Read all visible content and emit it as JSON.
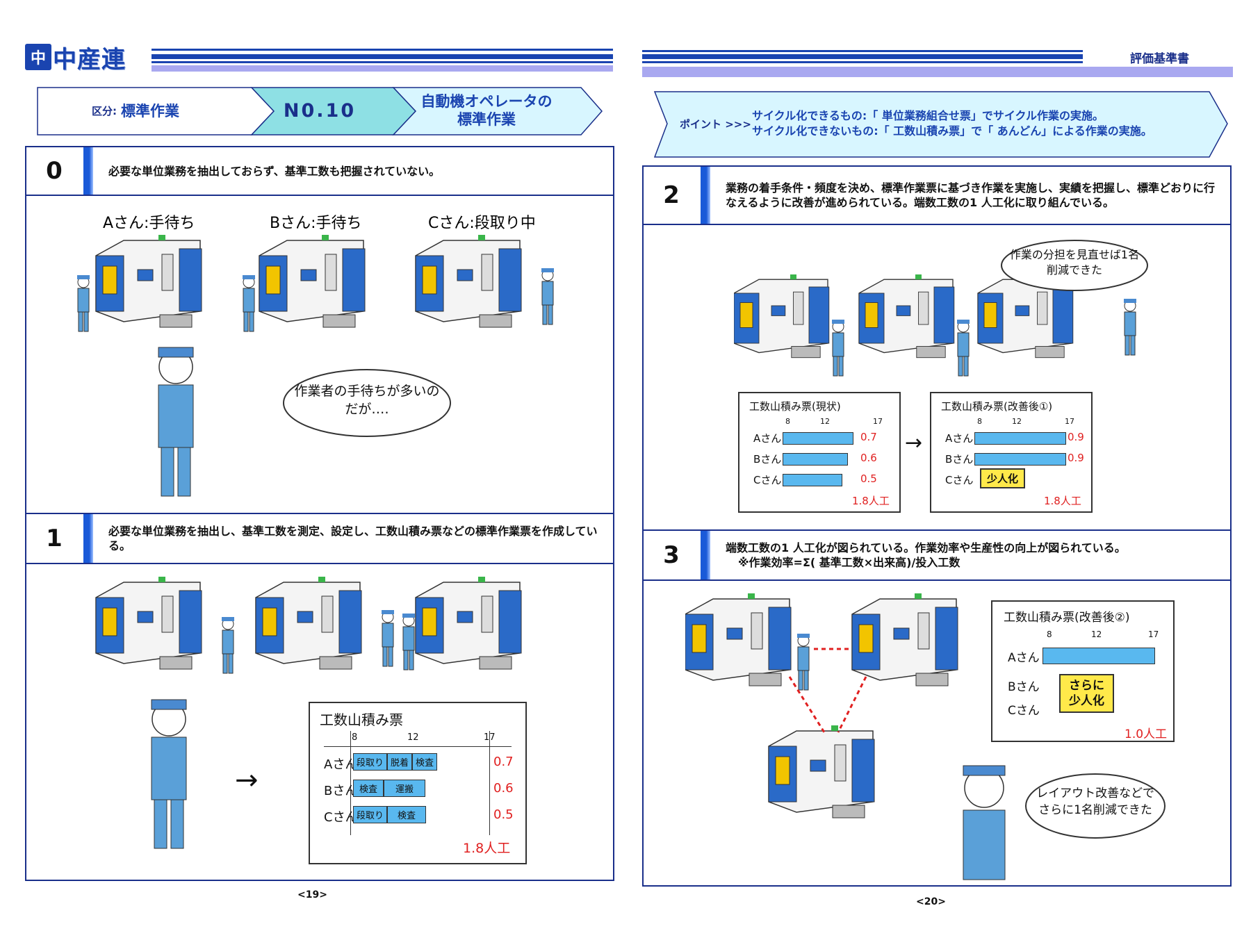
{
  "left_page": {
    "logo": {
      "mark": "中",
      "text": "中産連"
    },
    "category_label": "区分:",
    "category_value": "標準作業",
    "item_number": "N0.10",
    "item_title_line1": "自動機オペレータの",
    "item_title_line2": "標準作業",
    "level0": {
      "number": "0",
      "text": "必要な単位業務を抽出しておらず、基準工数も把握されていない。",
      "labels": {
        "a": "Aさん:手待ち",
        "b": "Bさん:手待ち",
        "c": "Cさん:段取り中"
      },
      "speech": "作業者の手待ちが多いのだが‥‥"
    },
    "level1": {
      "number": "1",
      "text": "必要な単位業務を抽出し、基準工数を測定、設定し、工数山積み票などの標準作業票を作成している。",
      "chart_title": "工数山積み票",
      "ticks": [
        "8",
        "12",
        "17"
      ],
      "rows": [
        {
          "name": "Aさん",
          "tasks": [
            "段取り",
            "脱着",
            "検査"
          ],
          "value": "0.7"
        },
        {
          "name": "Bさん",
          "tasks": [
            "検査",
            "運搬"
          ],
          "value": "0.6"
        },
        {
          "name": "Cさん",
          "tasks": [
            "段取り",
            "検査"
          ],
          "value": "0.5"
        }
      ],
      "total": "1.8人工"
    },
    "page_number": "<19>"
  },
  "right_page": {
    "doc_title": "評価基準書",
    "point_label": "ポイント >>>",
    "point_line1": "サイクル化できるもの:「 単位業務組合せ票」でサイクル作業の実施。",
    "point_line2": "サイクル化できないもの:「 工数山積み票」で「 あんどん」による作業の実施。",
    "level2": {
      "number": "2",
      "text": "業務の着手条件・頻度を決め、標準作業票に基づき作業を実施し、実績を把握し、標準どおりに行なえるように改善が進められている。端数工数の1 人工化に取り組んでいる。",
      "speech": "作業の分担を見直せば1名削減できた",
      "chart_left_title": "工数山積み票(現状)",
      "chart_right_title": "工数山積み票(改善後①)",
      "ticks": [
        "8",
        "12",
        "17"
      ],
      "left_rows": [
        {
          "name": "Aさん",
          "value": "0.7"
        },
        {
          "name": "Bさん",
          "value": "0.6"
        },
        {
          "name": "Cさん",
          "value": "0.5"
        }
      ],
      "right_rows": [
        {
          "name": "Aさん",
          "value": "0.9"
        },
        {
          "name": "Bさん",
          "value": "0.9"
        },
        {
          "name": "Cさん",
          "value": ""
        }
      ],
      "burst": "少人化",
      "total": "1.8人工"
    },
    "level3": {
      "number": "3",
      "text_line1": "端数工数の1 人工化が図られている。作業効率や生産性の向上が図られている。",
      "text_line2": "※作業効率=Σ( 基準工数×出来高)/投入工数",
      "chart_title": "工数山積み票(改善後②)",
      "ticks": [
        "8",
        "12",
        "17"
      ],
      "rows": [
        {
          "name": "Aさん"
        },
        {
          "name": "Bさん"
        },
        {
          "name": "Cさん"
        }
      ],
      "burst_line1": "さらに",
      "burst_line2": "少人化",
      "total": "1.0人工",
      "speech": "レイアウト改善などでさらに1名削減できた"
    },
    "page_number": "<20>"
  },
  "colors": {
    "navy": "#1a2f8a",
    "blue": "#1a44b0",
    "light_blue_fill": "#d8f6ff",
    "band_purple": "#a9a8f0",
    "chart_bar": "#59b8ef",
    "red_value": "#e02020"
  }
}
